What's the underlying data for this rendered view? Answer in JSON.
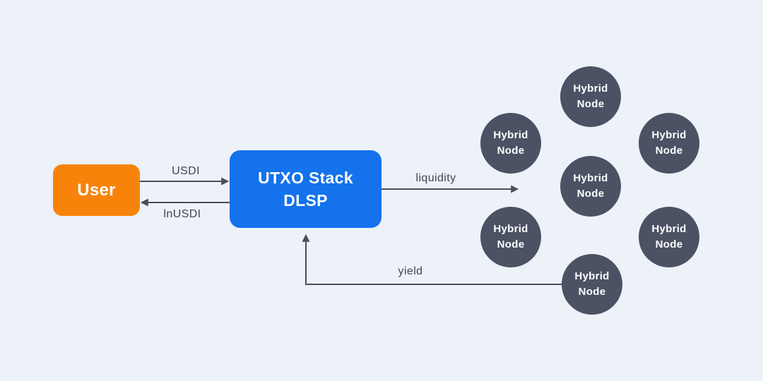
{
  "palette": {
    "canvas-bg": "#edf1f8",
    "user-fill": "#f8830a",
    "dlsp-fill": "#1372ec",
    "node-fill": "#4a5264",
    "arrow-color": "#4b4e57",
    "label-color": "#42454d",
    "box-text-color": "#ffffff"
  },
  "nodes": {
    "user": {
      "label": "User"
    },
    "dlsp": {
      "line1": "UTXO Stack",
      "line2": "DLSP"
    },
    "hybrid": {
      "line1": "Hybrid",
      "line2": "Node",
      "count": 7
    }
  },
  "edges": {
    "usdi": {
      "label": "USDI",
      "from": "user",
      "to": "dlsp"
    },
    "inusdi": {
      "label": "lnUSDI",
      "from": "dlsp",
      "to": "user"
    },
    "liquidity": {
      "label": "liquidity",
      "from": "dlsp",
      "to": "hybrid-nodes"
    },
    "yield": {
      "label": "yield",
      "from": "hybrid-node",
      "to": "dlsp"
    }
  }
}
